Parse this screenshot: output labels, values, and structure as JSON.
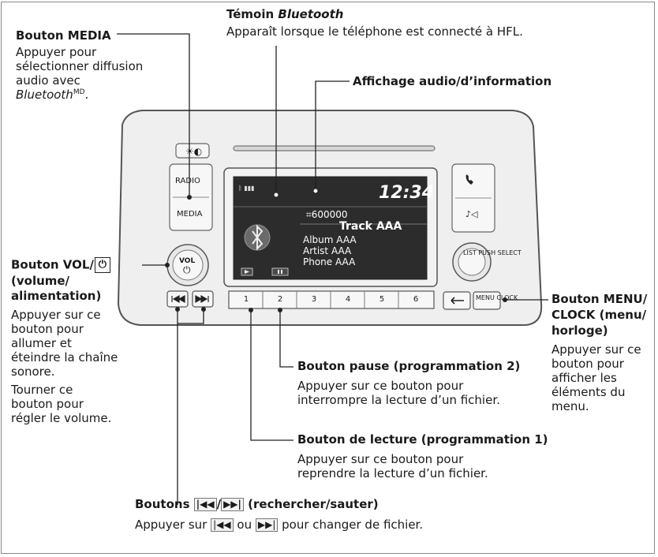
{
  "callouts": {
    "media": {
      "title": "Bouton MEDIA",
      "lines": [
        "Appuyer pour",
        "sélectionner diffusion",
        "audio avec"
      ],
      "bluetooth_word": "Bluetooth",
      "superscript": "MD",
      "period": "."
    },
    "bluetooth": {
      "title_prefix": "Témoin ",
      "title_word": "Bluetooth",
      "desc": "Apparaît lorsque le téléphone est connecté à HFL."
    },
    "display": {
      "title": "Affichage audio/d’information"
    },
    "vol": {
      "title_line1": "Bouton VOL/",
      "power_glyph": "⏻",
      "title_line2": "(volume/",
      "title_line3": "alimentation)",
      "lines": [
        "Appuyer sur ce",
        "bouton pour",
        "allumer et",
        "éteindre la chaîne",
        "sonore.",
        "Tourner ce",
        "bouton pour",
        "régler le volume."
      ]
    },
    "menu": {
      "title_lines": [
        "Bouton MENU/",
        "CLOCK (menu/",
        "horloge)"
      ],
      "lines": [
        "Appuyer sur ce",
        "bouton pour",
        "afficher les",
        "éléments du",
        "menu."
      ]
    },
    "pause": {
      "title": "Bouton pause (programmation 2)",
      "lines": [
        "Appuyer sur ce bouton pour",
        "interrompre la lecture d’un fichier."
      ]
    },
    "play": {
      "title": "Bouton de lecture (programmation 1)",
      "lines": [
        "Appuyer sur ce bouton pour",
        "reprendre la lecture d’un fichier."
      ]
    },
    "seek": {
      "title_prefix": "Boutons",
      "back_glyph": "|◀◀",
      "slash": "/",
      "forward_glyph": "▶▶|",
      "title_suffix": "(rechercher/sauter)",
      "desc_prefix": "Appuyer sur",
      "desc_middle": "ou",
      "desc_suffix": "pour changer de fichier."
    }
  },
  "device": {
    "brightness_glyph": "☀◐",
    "radio_label": "RADIO",
    "media_label": "MEDIA",
    "voice_glyph": "♪◁",
    "vol_label": "VOL",
    "power_glyph": "⏻",
    "list_select_label": "LIST PUSH SELECT",
    "menu_clock_label": "MENU CLOCK",
    "presets": [
      "1",
      "2",
      "3",
      "4",
      "5",
      "6"
    ]
  },
  "screen": {
    "status_icons": "ᛒ ▮▮▮",
    "clock": "12:34",
    "track_number": "⌗600000",
    "track": "Track AAA",
    "album": "Album AAA",
    "artist": "Artist AAA",
    "phone": "Phone AAA"
  }
}
